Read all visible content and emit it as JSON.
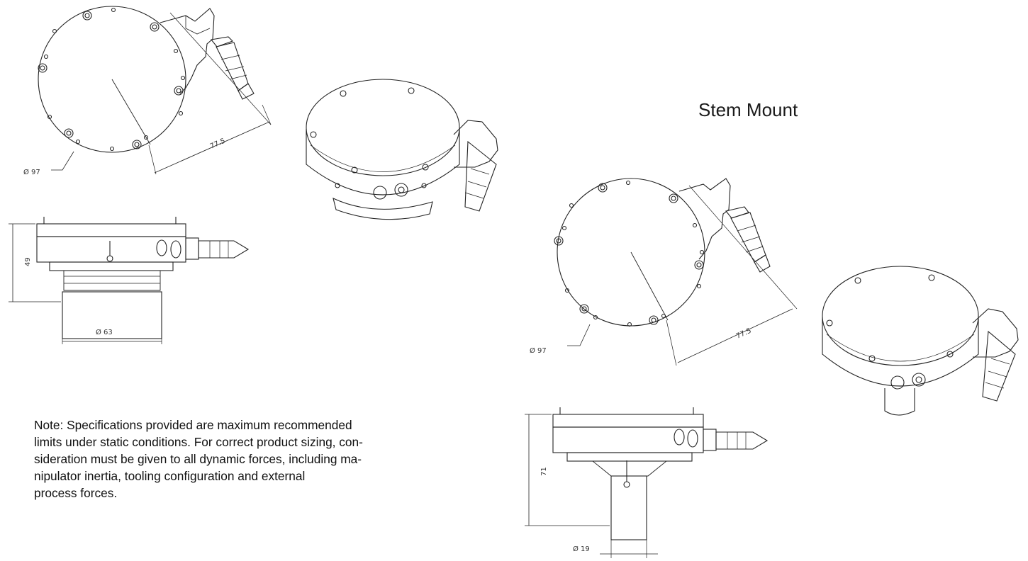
{
  "heading": "Stem Mount",
  "note_lines": [
    "Note:  Specifications provided are maximum recommended",
    "limits under static conditions.  For correct product sizing, con-",
    "sideration must be given to all dynamic forces, including ma-",
    "nipulator inertia, tooling configuration and external",
    "process forces."
  ],
  "dimensions": {
    "left_diameter": "Ø  97",
    "left_length": "77.5",
    "left_height": "49",
    "left_base_diameter": "Ø   63",
    "right_diameter": "Ø  97",
    "right_length": "77.5",
    "right_height": "71",
    "right_stem_diameter": "Ø   19"
  }
}
